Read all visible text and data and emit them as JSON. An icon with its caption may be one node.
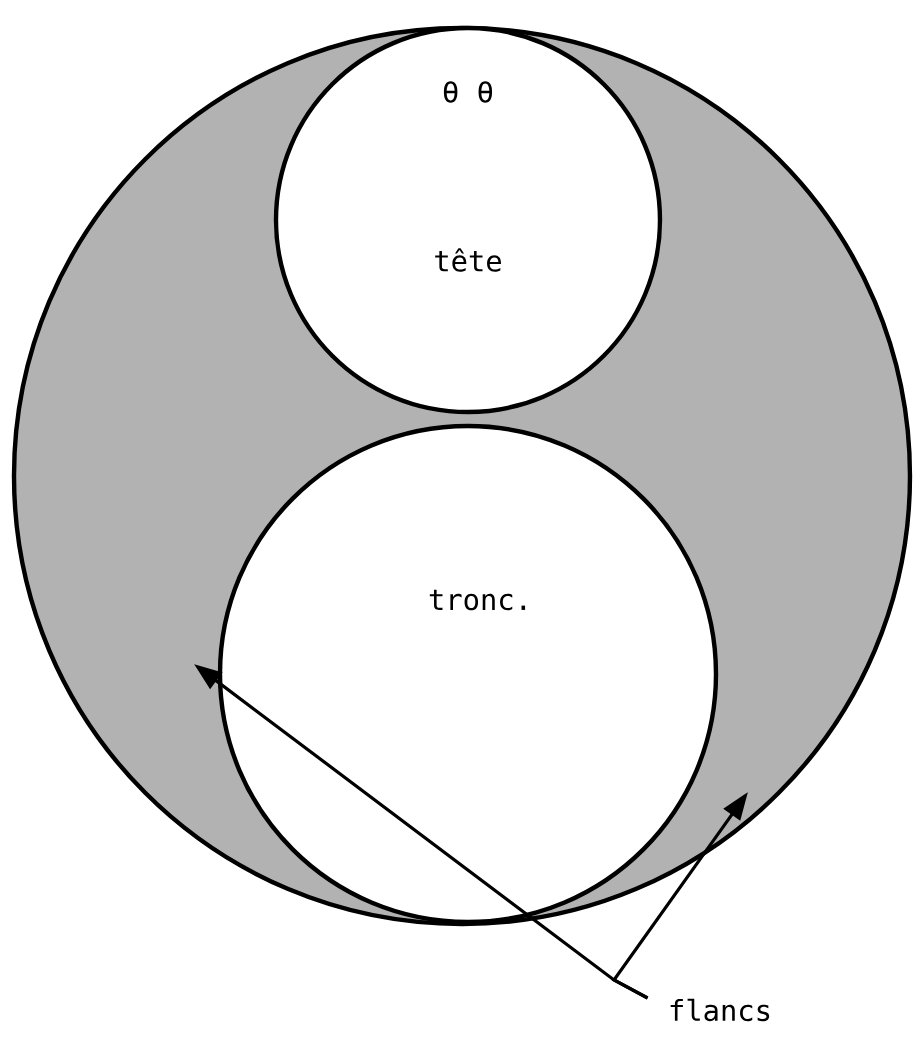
{
  "diagram": {
    "nodes": [
      {
        "text": [],
        "shape": "circle"
      },
      {
        "text": [
          "θ θ",
          "tête"
        ],
        "in": 0
      },
      {
        "text": [
          "tronc."
        ],
        "in": 0
      },
      {
        "text": [
          "flancs"
        ]
      }
    ],
    "edges": [
      {
        "from": 3,
        "to": 0,
        "arrow": "to"
      },
      {
        "from": 3,
        "to": 0,
        "arrow": "to"
      }
    ]
  }
}
